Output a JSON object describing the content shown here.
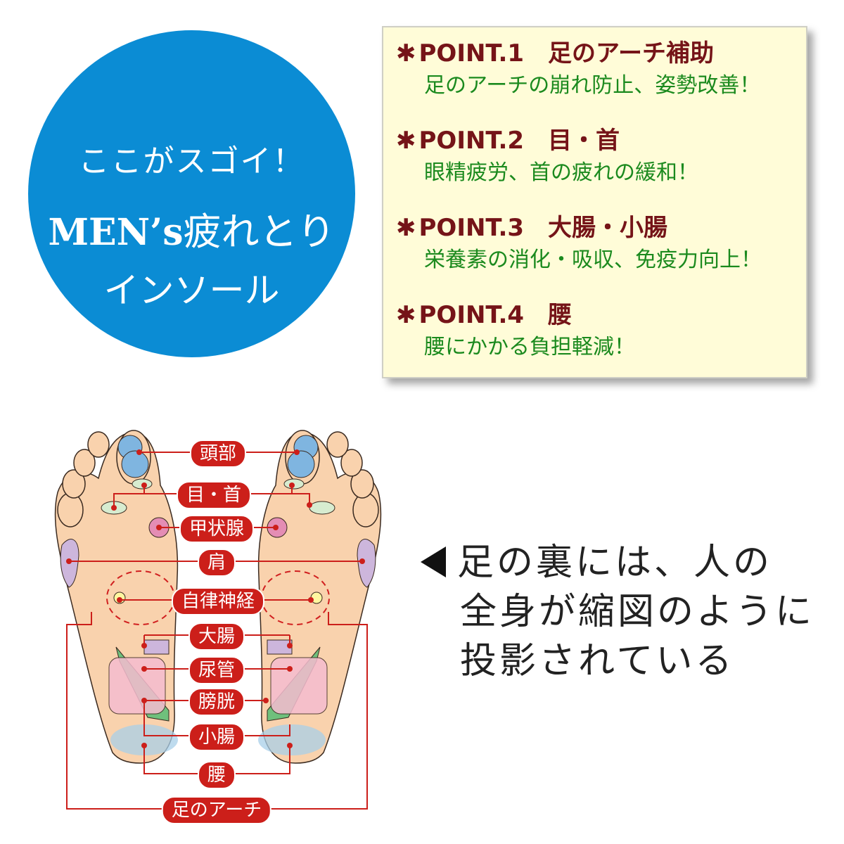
{
  "headline": {
    "line1": "ここがスゴイ！",
    "line2_latin": "MEN’s",
    "line2_jp": "疲れとり",
    "line3": "インソール"
  },
  "colors": {
    "circle": "#0b8cd4",
    "point_title": "#751418",
    "point_desc": "#1b8a1e",
    "label_bg": "#cc1f1a"
  },
  "points": [
    {
      "star": "✱",
      "title": "POINT.1　足のアーチ補助",
      "desc": "足のアーチの崩れ防止、姿勢改善！"
    },
    {
      "star": "✱",
      "title": "POINT.2　目・首",
      "desc": "眼精疲労、首の疲れの緩和！"
    },
    {
      "star": "✱",
      "title": "POINT.3　大腸・小腸",
      "desc": "栄養素の消化・吸収、免疫力向上！"
    },
    {
      "star": "✱",
      "title": "POINT.4　腰",
      "desc": "腰にかかる負担軽減！"
    }
  ],
  "diagram_labels": [
    "頭部",
    "目・首",
    "甲状腺",
    "肩",
    "自律神経",
    "大腸",
    "尿管",
    "膀胱",
    "小腸",
    "腰",
    "足のアーチ"
  ],
  "caption": {
    "line1": "足の裏には、人の",
    "line2": "全身が縮図のように",
    "line3": "投影されている"
  }
}
